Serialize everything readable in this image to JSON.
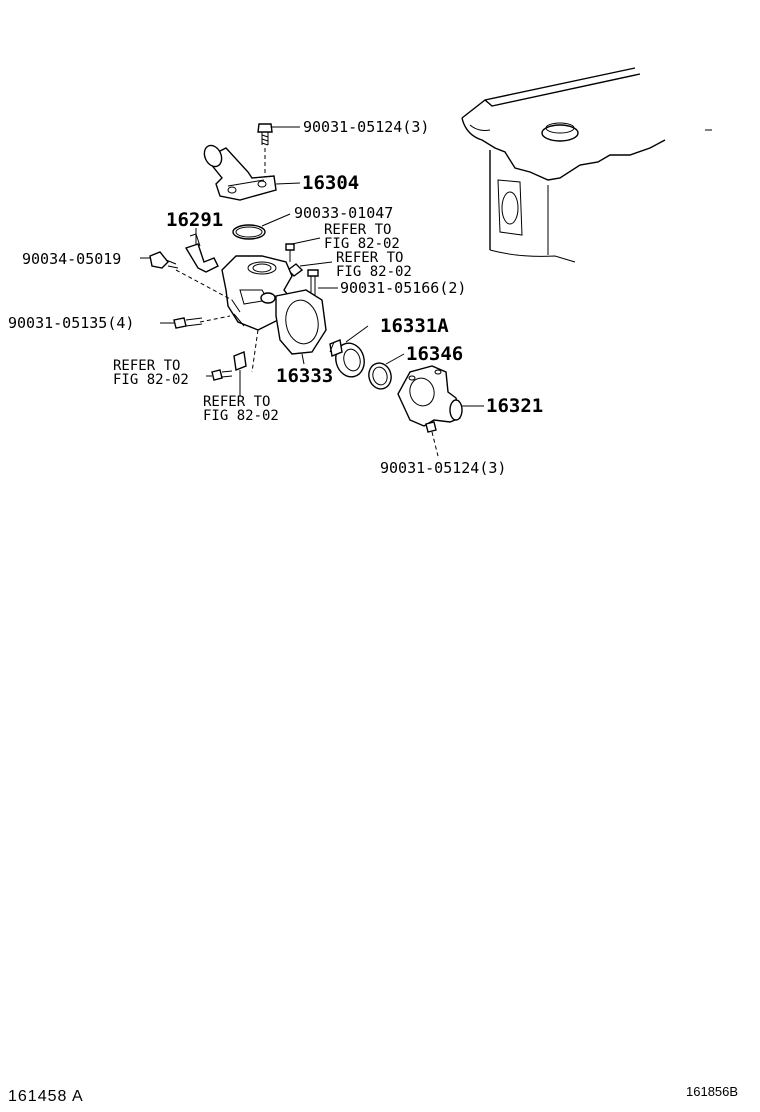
{
  "callouts": {
    "bolt_top": "90031-05124(3)",
    "outlet_top": "16304",
    "oring": "90033-01047",
    "sensor": "16291",
    "sensor_switch": "90034-05019",
    "refer1_a": "REFER TO",
    "refer1_b": "FIG 82-02",
    "refer2_a": "REFER TO",
    "refer2_b": "FIG 82-02",
    "bolt_stud": "90031-05166(2)",
    "bolt_side": "90031-05135(4)",
    "thermostat": "16331A",
    "housing": "16333",
    "gasket": "16346",
    "refer3_a": "REFER TO",
    "refer3_b": "FIG 82-02",
    "refer4_a": "REFER TO",
    "refer4_b": "FIG 82-02",
    "inlet": "16321",
    "bolt_bottom": "90031-05124(3)"
  },
  "footer": {
    "left": "161458  A",
    "right": "161856B"
  }
}
